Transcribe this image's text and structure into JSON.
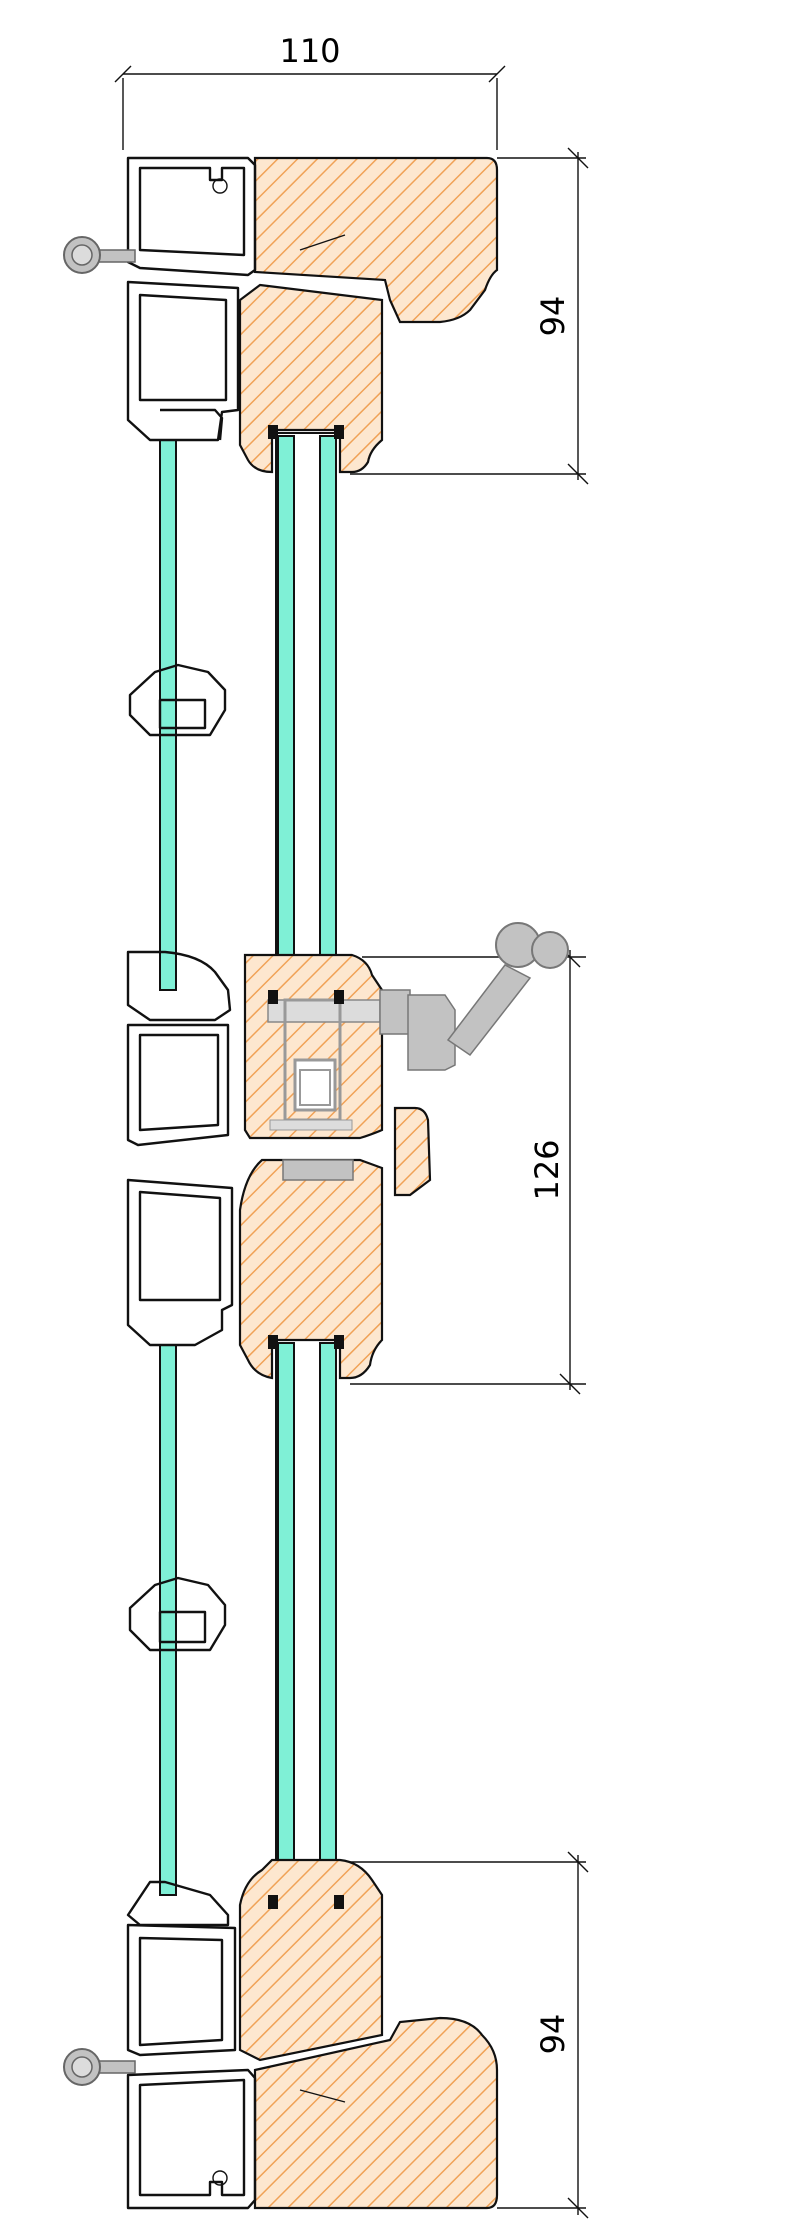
{
  "dimensions": {
    "top_width": "110",
    "top_height": "94",
    "middle_height": "126",
    "bottom_height": "94"
  },
  "colors": {
    "wood_fill": "#fde7cf",
    "wood_hatch": "#f0a257",
    "glass_fill": "#7ff0d6",
    "hardware_gray": "#c2c2c2",
    "hardware_light": "#dcdcdc",
    "line": "#111111"
  }
}
